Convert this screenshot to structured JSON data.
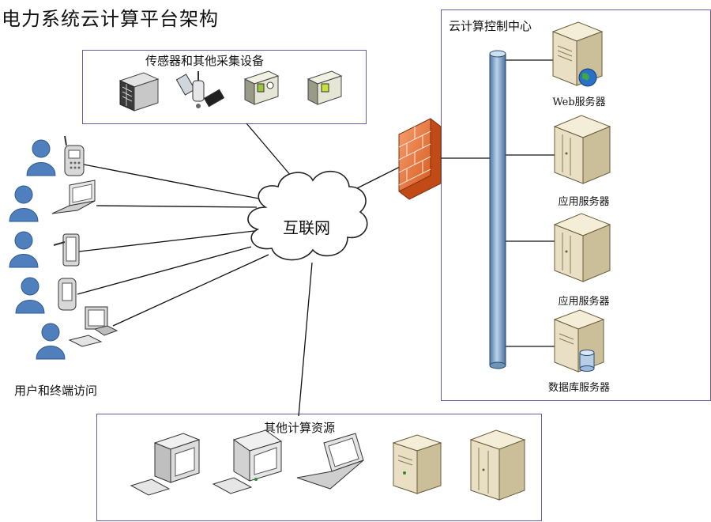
{
  "title": "电力系统云计算平台架构",
  "sensors_panel": {
    "label": "传感器和其他采集设备"
  },
  "control_center": {
    "label": "云计算控制中心",
    "servers": [
      {
        "name": "Web服务器",
        "icon": "web-server-icon"
      },
      {
        "name": "应用服务器",
        "icon": "application-server-icon"
      },
      {
        "name": "应用服务器",
        "icon": "application-server-icon"
      },
      {
        "name": "数据库服务器",
        "icon": "database-server-icon"
      }
    ]
  },
  "cloud": {
    "label": "互联网"
  },
  "users": {
    "label": "用户和终端访问"
  },
  "resources_panel": {
    "label": "其他计算资源"
  },
  "colors": {
    "panel_border": "#6a5aa8",
    "user_blue": "#4f7fbd",
    "firewall": "#e8743a",
    "bus_pipe": "#7ea6cc",
    "server_beige": "#e8dfc4"
  }
}
